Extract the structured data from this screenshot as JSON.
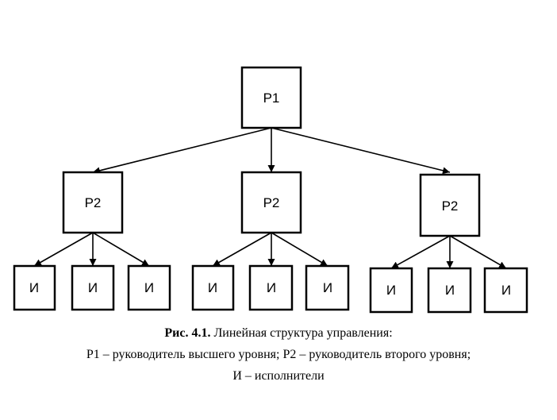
{
  "diagram": {
    "top": {
      "label": "Р1"
    },
    "middle": [
      {
        "label": "Р2",
        "children": [
          "И",
          "И",
          "И"
        ]
      },
      {
        "label": "Р2",
        "children": [
          "И",
          "И",
          "И"
        ]
      },
      {
        "label": "Р2",
        "children": [
          "И",
          "И",
          "И"
        ]
      }
    ]
  },
  "caption": {
    "figure_number": "Рис. 4.1.",
    "title": "Линейная структура управления:",
    "line2": "Р1 – руководитель высшего уровня; Р2 – руководитель второго уровня;",
    "line3": "И – исполнители"
  }
}
